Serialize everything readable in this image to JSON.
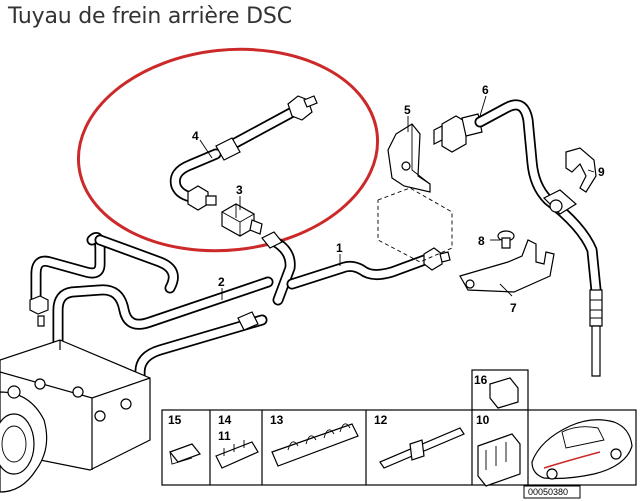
{
  "title": "Tuyau de frein arrière DSC",
  "highlight_color": "#cc2a2a",
  "callouts": {
    "p1": "1",
    "p2": "2",
    "p3": "3",
    "p4": "4",
    "p5": "5",
    "p6": "6",
    "p7": "7",
    "p8": "8",
    "p9": "9",
    "p10": "10",
    "p11": "11",
    "p12": "12",
    "p13": "13",
    "p14": "14",
    "p15": "15",
    "p16": "16"
  },
  "diagram_code": "00050380"
}
